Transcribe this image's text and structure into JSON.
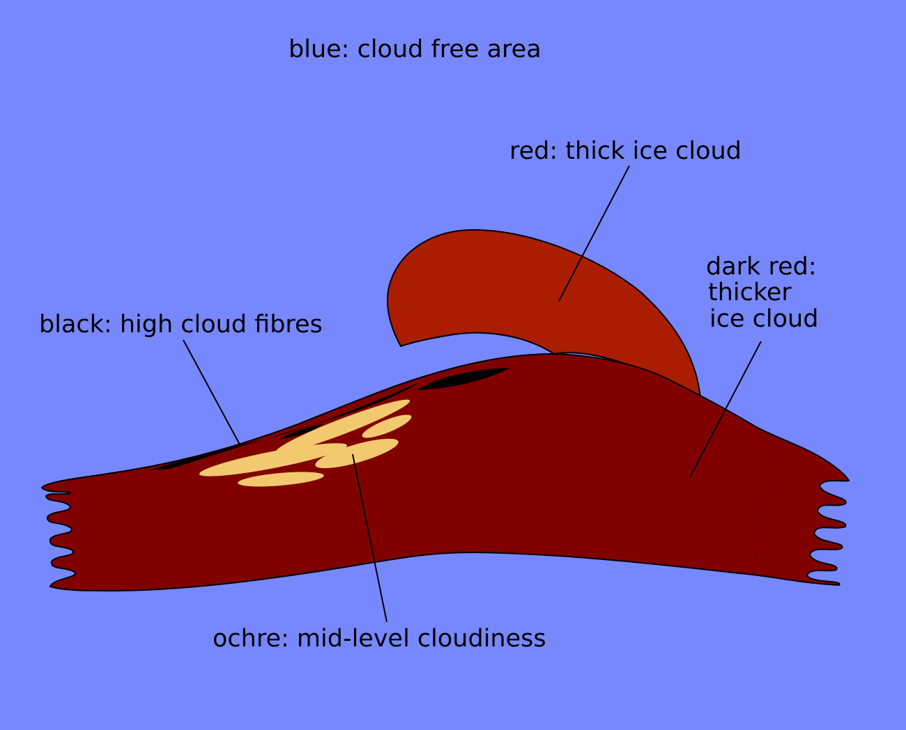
{
  "diagram": {
    "colors": {
      "background": "#7788ff",
      "thick_ice_cloud": "#aa1d00",
      "thicker_ice_cloud": "#800000",
      "high_cloud_fibres": "#000000",
      "mid_level_cloudiness": "#f2c96f",
      "outline": "#000000"
    },
    "labels": {
      "cloud_free": "blue: cloud free area",
      "thick_ice": "red: thick ice cloud",
      "thicker_ice_line1": "dark red:",
      "thicker_ice_line2": "thicker",
      "thicker_ice_line3": "ice cloud",
      "high_fibres": "black: high cloud fibres",
      "mid_level": "ochre: mid-level cloudiness"
    }
  }
}
